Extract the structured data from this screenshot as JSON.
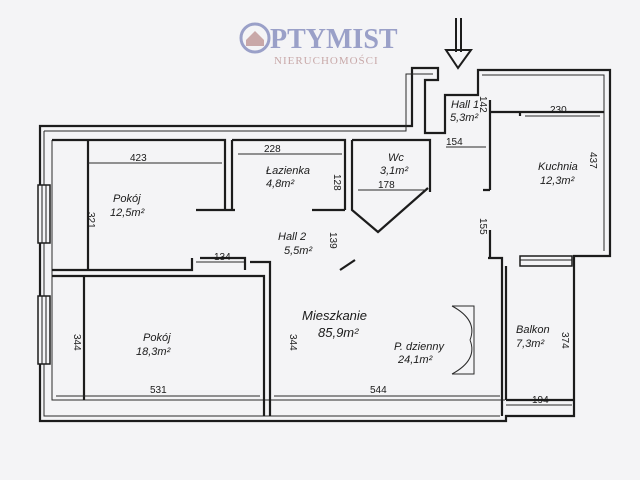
{
  "logo": {
    "brand": "PTYMIST",
    "subtitle": "NIERUCHOMOŚCI",
    "colors": {
      "main": "#9aa0c8",
      "sub": "#c8a8a8"
    }
  },
  "entrance_arrow_icon": "down-arrow-icon",
  "rooms": {
    "hall1": {
      "name": "Hall 1",
      "area": "5,3m²"
    },
    "lazienka": {
      "name": "Łazienka",
      "area": "4,8m²"
    },
    "wc": {
      "name": "Wc",
      "area": "3,1m²"
    },
    "kuchnia": {
      "name": "Kuchnia",
      "area": "12,3m²"
    },
    "pokoj1": {
      "name": "Pokój",
      "area": "12,5m²"
    },
    "hall2": {
      "name": "Hall 2",
      "area": "5,5m²"
    },
    "pokoj2": {
      "name": "Pokój",
      "area": "18,3m²"
    },
    "dzienny": {
      "name": "P. dzienny",
      "area": "24,1m²"
    },
    "balkon": {
      "name": "Balkon",
      "area": "7,3m²"
    }
  },
  "apartment": {
    "name": "Mieszkanie",
    "area": "85,9m²"
  },
  "dimensions": {
    "d423": "423",
    "d321": "321",
    "d228": "228",
    "d128": "128",
    "d178": "178",
    "d154": "154",
    "d142": "142",
    "d230": "230",
    "d437": "437",
    "d155": "155",
    "d139": "139",
    "d134": "134",
    "d344a": "344",
    "d344b": "344",
    "d531": "531",
    "d544": "544",
    "d194": "194",
    "d374": "374"
  }
}
